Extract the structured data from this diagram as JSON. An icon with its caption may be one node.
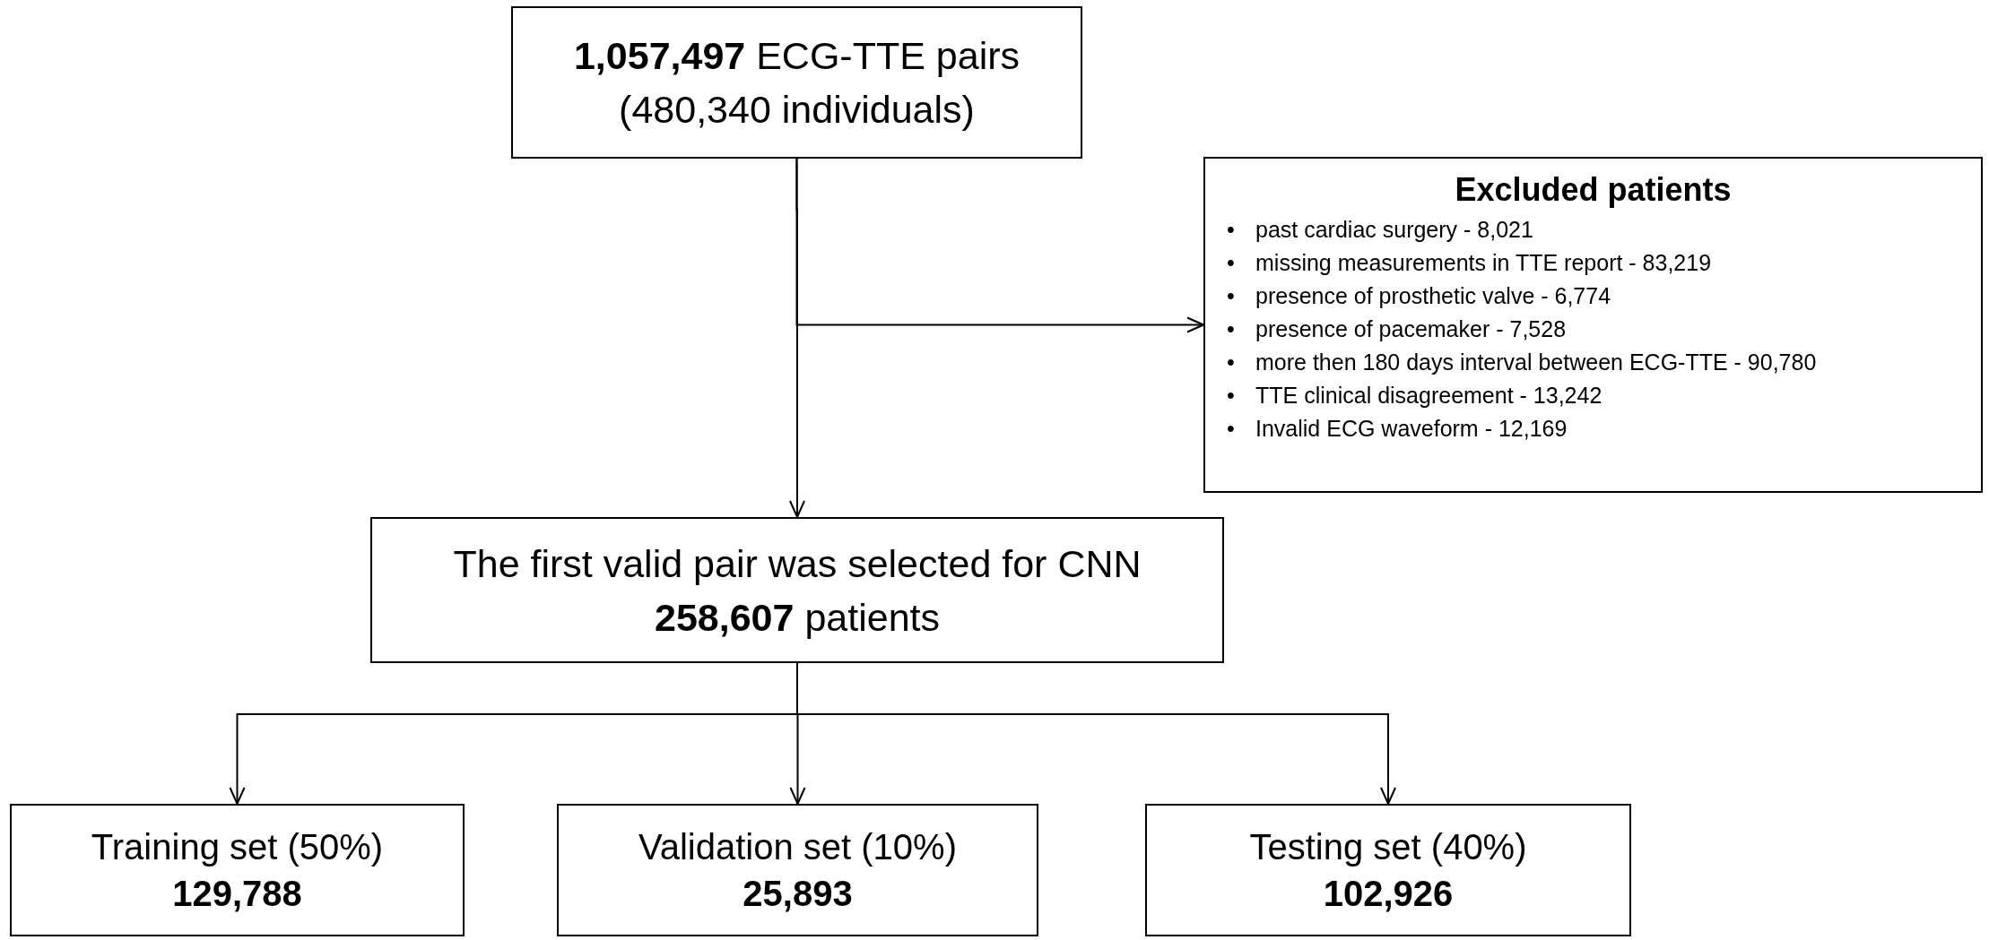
{
  "diagram": {
    "nodes": [
      {
        "text": [
          "**1,057,497** ECG-TTE pairs",
          "(480,340 individuals)"
        ]
      },
      {
        "text": [
          "Excluded patients",
          "past cardiac surgery -  8,021",
          "missing measurements in TTE report - 83,219",
          "presence of prosthetic valve - 6,774",
          "presence of pacemaker - 7,528",
          "more then 180  days interval between ECG-TTE - 90,780",
          "TTE clinical disagreement - 13,242",
          "Invalid ECG waveform - 12,169"
        ]
      },
      {
        "text": [
          "The first valid pair was selected for CNN",
          "**258,607** patients"
        ]
      },
      {
        "text": [
          "Training set (50%)",
          "129,788"
        ]
      },
      {
        "text": [
          "Validation set (10%)",
          "25,893"
        ]
      },
      {
        "text": [
          "Testing set (40%)",
          "102,926"
        ]
      }
    ],
    "edges": [
      {
        "from": 0,
        "to": 2,
        "arrow": "to"
      },
      {
        "from": 0,
        "to": 1,
        "arrow": "to"
      },
      {
        "from": 2,
        "to": 3,
        "arrow": "to"
      },
      {
        "from": 2,
        "to": 4,
        "arrow": "to"
      },
      {
        "from": 2,
        "to": 5,
        "arrow": "to"
      }
    ],
    "labels": [
      "•",
      "•",
      "•",
      "•",
      "•",
      "•",
      "•"
    ]
  }
}
